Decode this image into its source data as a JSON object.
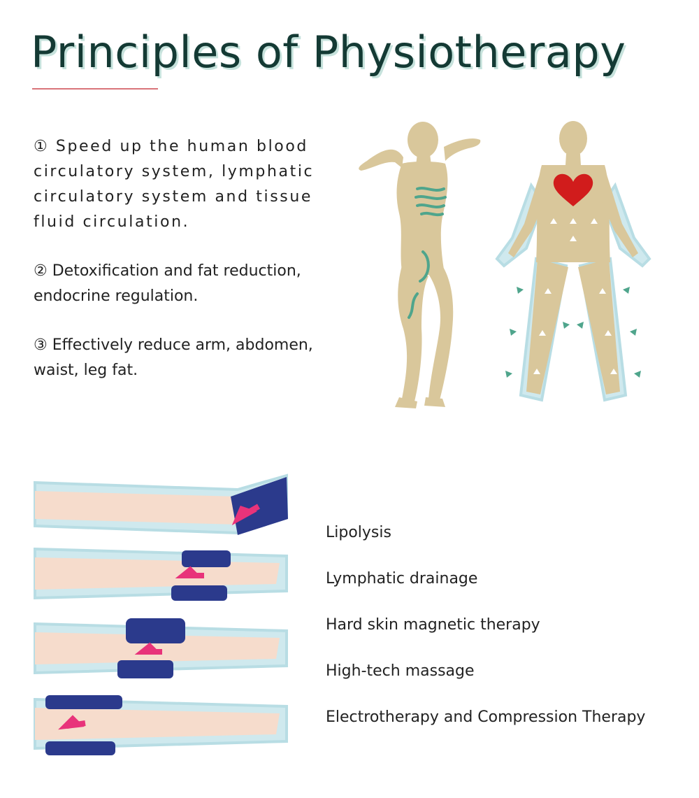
{
  "header": {
    "title": "Principles of Physiotherapy"
  },
  "principles": [
    {
      "marker": "①",
      "text": "Speed up the human blood circulatory system, lymphatic circulatory system and tissue fluid circulation."
    },
    {
      "marker": "②",
      "text": "Detoxification and fat reduction, endocrine regulation."
    },
    {
      "marker": "③",
      "text": "Effectively reduce arm, abdomen, waist, leg fat."
    }
  ],
  "benefits": [
    "Lipolysis",
    "Lymphatic drainage",
    "Hard skin magnetic therapy",
    "High-tech massage",
    "Electrotherapy and Compression Therapy"
  ],
  "colors": {
    "title": "#143a34",
    "title_shadow": "#c6e2dc",
    "accent_rule": "#d9747a",
    "body_figure": "#d9c79b",
    "lymph_lines": "#4fa58c",
    "suit_outline": "#b8dde4",
    "heart": "#d11c1c",
    "skin": "#f6dccc",
    "cuff": "#2b3a8c",
    "pressure_arrow": "#e8337a"
  }
}
